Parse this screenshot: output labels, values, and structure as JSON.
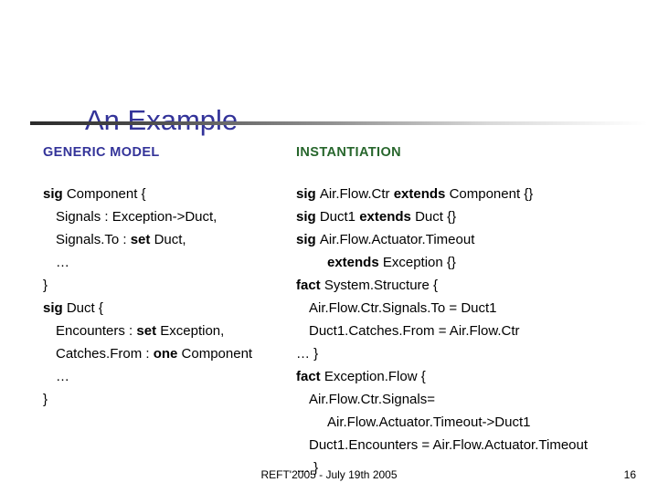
{
  "slide": {
    "title": "An Example",
    "title_color": "#333399",
    "background": "#ffffff"
  },
  "columns": {
    "left": {
      "heading": "GENERIC MODEL",
      "heading_color": "#333399",
      "lines": [
        {
          "indent": 0,
          "segments": [
            {
              "text": "sig ",
              "bold": true
            },
            {
              "text": "Component {",
              "bold": false
            }
          ]
        },
        {
          "indent": 1,
          "segments": [
            {
              "text": "Signals : Exception->Duct,",
              "bold": false
            }
          ]
        },
        {
          "indent": 1,
          "segments": [
            {
              "text": "Signals.To : ",
              "bold": false
            },
            {
              "text": "set ",
              "bold": true
            },
            {
              "text": "Duct,",
              "bold": false
            }
          ]
        },
        {
          "indent": 1,
          "segments": [
            {
              "text": "…",
              "bold": false
            }
          ]
        },
        {
          "indent": 0,
          "segments": [
            {
              "text": "}",
              "bold": false
            }
          ]
        },
        {
          "indent": 0,
          "segments": [
            {
              "text": "sig ",
              "bold": true
            },
            {
              "text": "Duct {",
              "bold": false
            }
          ]
        },
        {
          "indent": 1,
          "segments": [
            {
              "text": "Encounters : ",
              "bold": false
            },
            {
              "text": "set ",
              "bold": true
            },
            {
              "text": "Exception,",
              "bold": false
            }
          ]
        },
        {
          "indent": 1,
          "segments": [
            {
              "text": "Catches.From : ",
              "bold": false
            },
            {
              "text": "one ",
              "bold": true
            },
            {
              "text": "Component",
              "bold": false
            }
          ]
        },
        {
          "indent": 1,
          "segments": [
            {
              "text": "…",
              "bold": false
            }
          ]
        },
        {
          "indent": 0,
          "segments": [
            {
              "text": "}",
              "bold": false
            }
          ]
        }
      ]
    },
    "right": {
      "heading": "INSTANTIATION",
      "heading_color": "#27662c",
      "lines": [
        {
          "indent": 0,
          "segments": [
            {
              "text": "sig ",
              "bold": true
            },
            {
              "text": "Air.Flow.Ctr ",
              "bold": false
            },
            {
              "text": "extends ",
              "bold": true
            },
            {
              "text": "Component {}",
              "bold": false
            }
          ]
        },
        {
          "indent": 0,
          "segments": [
            {
              "text": "sig ",
              "bold": true
            },
            {
              "text": "Duct1 ",
              "bold": false
            },
            {
              "text": "extends ",
              "bold": true
            },
            {
              "text": "Duct {}",
              "bold": false
            }
          ]
        },
        {
          "indent": 0,
          "segments": [
            {
              "text": "sig ",
              "bold": true
            },
            {
              "text": "Air.Flow.Actuator.Timeout",
              "bold": false
            }
          ]
        },
        {
          "indent": 2,
          "segments": [
            {
              "text": "extends ",
              "bold": true
            },
            {
              "text": "Exception {}",
              "bold": false
            }
          ]
        },
        {
          "indent": 0,
          "segments": [
            {
              "text": "fact ",
              "bold": true
            },
            {
              "text": "System.Structure {",
              "bold": false
            }
          ]
        },
        {
          "indent": 1,
          "segments": [
            {
              "text": "Air.Flow.Ctr.Signals.To = Duct1",
              "bold": false
            }
          ]
        },
        {
          "indent": 1,
          "segments": [
            {
              "text": "Duct1.Catches.From = Air.Flow.Ctr",
              "bold": false
            }
          ]
        },
        {
          "indent": 0,
          "segments": [
            {
              "text": "… }",
              "bold": false
            }
          ]
        },
        {
          "indent": 0,
          "segments": [
            {
              "text": "fact ",
              "bold": true
            },
            {
              "text": "Exception.Flow {",
              "bold": false
            }
          ]
        },
        {
          "indent": 1,
          "segments": [
            {
              "text": "Air.Flow.Ctr.Signals=",
              "bold": false
            }
          ]
        },
        {
          "indent": 2,
          "segments": [
            {
              "text": "Air.Flow.Actuator.Timeout->Duct1",
              "bold": false
            }
          ]
        },
        {
          "indent": 1,
          "segments": [
            {
              "text": "Duct1.Encounters = Air.Flow.Actuator.Timeout",
              "bold": false
            }
          ]
        },
        {
          "indent": 0,
          "segments": [
            {
              "text": "… }",
              "bold": false
            }
          ]
        }
      ]
    }
  },
  "footer": {
    "conference": "REFT'2005 - July 19th 2005",
    "page_number": "16"
  }
}
